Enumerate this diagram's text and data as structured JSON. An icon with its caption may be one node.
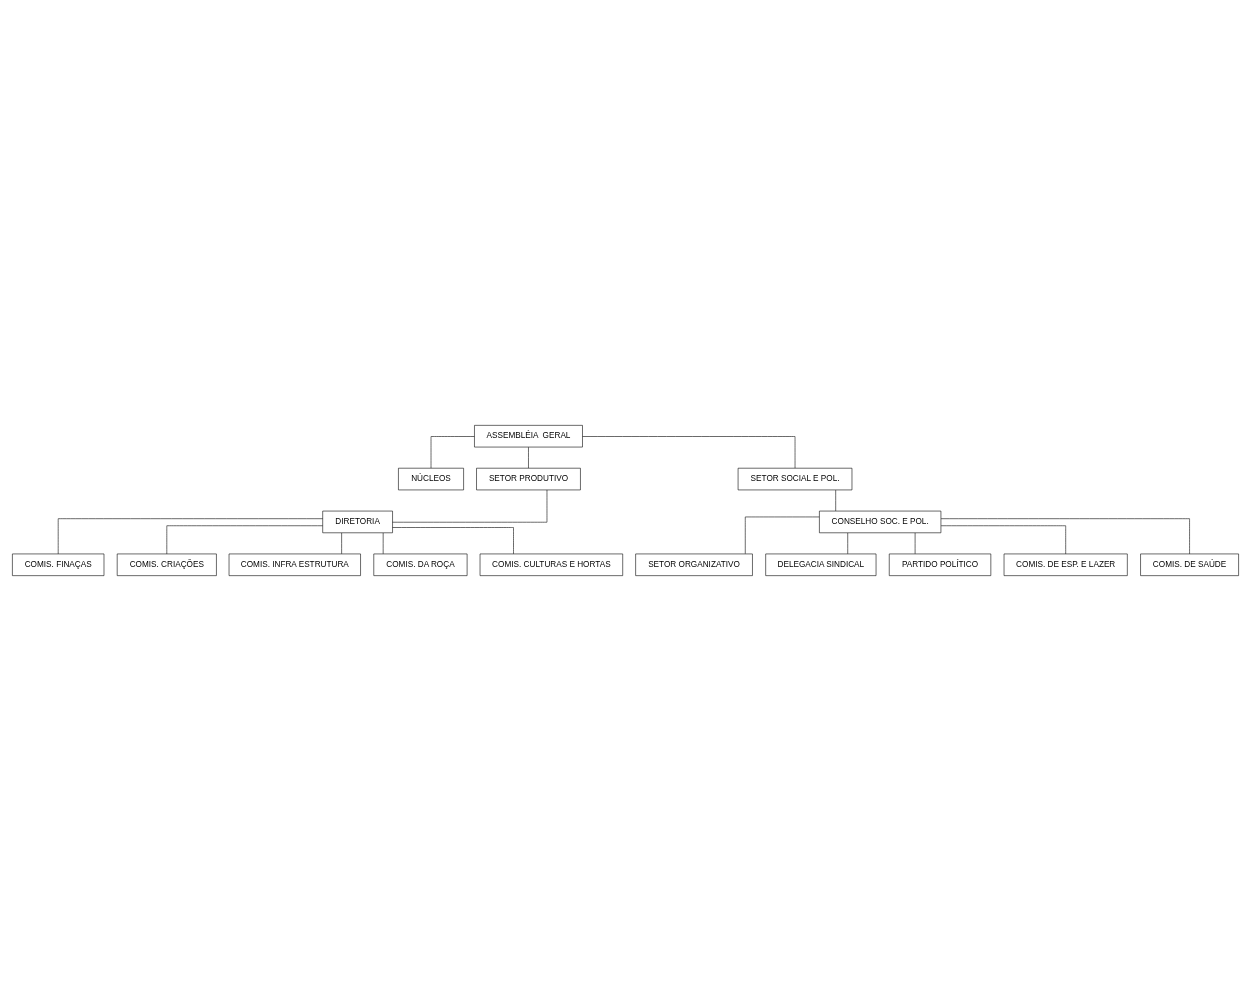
{
  "diagram": {
    "nodes": [
      {
        "text": [
          "ASSEMBLÉIA  GERAL"
        ]
      },
      {
        "text": [
          "NÚCLEOS"
        ]
      },
      {
        "text": [
          "SETOR PRODUTIVO"
        ]
      },
      {
        "text": [
          "DIRETORIA"
        ]
      },
      {
        "text": [
          "COMIS. FINAÇAS"
        ]
      },
      {
        "text": [
          "COMIS. CRIAÇÕES"
        ]
      },
      {
        "text": [
          "COMIS. INFRA ESTRUTURA"
        ]
      },
      {
        "text": [
          "COMIS. DA ROÇA"
        ]
      },
      {
        "text": [
          "COMIS. CULTURAS E HORTAS"
        ]
      },
      {
        "text": [
          "SETOR SOCIAL E POL."
        ]
      },
      {
        "text": [
          "CONSELHO SOC. E POL."
        ]
      },
      {
        "text": [
          "SETOR ORGANIZATIVO"
        ]
      },
      {
        "text": [
          "DELEGACIA SINDICAL"
        ]
      },
      {
        "text": [
          "PARTIDO POLÍTICO"
        ]
      },
      {
        "text": [
          "COMIS. DE ESP. E LAZER"
        ]
      },
      {
        "text": [
          "COMIS. DE SAÚDE"
        ]
      }
    ],
    "edges": [
      {
        "from": 0,
        "to": 1,
        "arrow": "none"
      },
      {
        "from": 0,
        "to": 2,
        "arrow": "none"
      },
      {
        "from": 0,
        "to": 9,
        "arrow": "none"
      },
      {
        "from": 2,
        "to": 3,
        "arrow": "none"
      },
      {
        "from": 3,
        "to": 4,
        "arrow": "none"
      },
      {
        "from": 3,
        "to": 5,
        "arrow": "none"
      },
      {
        "from": 3,
        "to": 6,
        "arrow": "none"
      },
      {
        "from": 3,
        "to": 7,
        "arrow": "none"
      },
      {
        "from": 3,
        "to": 8,
        "arrow": "none"
      },
      {
        "from": 9,
        "to": 10,
        "arrow": "none"
      },
      {
        "from": 10,
        "to": 11,
        "arrow": "none"
      },
      {
        "from": 10,
        "to": 12,
        "arrow": "none"
      },
      {
        "from": 10,
        "to": 13,
        "arrow": "none"
      },
      {
        "from": 10,
        "to": 14,
        "arrow": "none"
      },
      {
        "from": 10,
        "to": 15,
        "arrow": "none"
      }
    ]
  }
}
